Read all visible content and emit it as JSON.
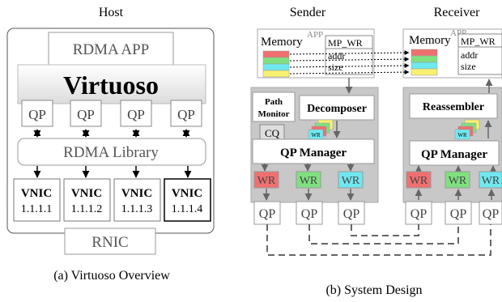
{
  "left": {
    "title": "Host",
    "app": "RDMA APP",
    "virtuoso": "Virtuoso",
    "qp": [
      "QP",
      "QP",
      "QP",
      "QP"
    ],
    "library": "RDMA Library",
    "vnics": [
      {
        "name": "VNIC",
        "ip": "1.1.1.1"
      },
      {
        "name": "VNIC",
        "ip": "1.1.1.2"
      },
      {
        "name": "VNIC",
        "ip": "1.1.1.3"
      },
      {
        "name": "VNIC",
        "ip": "1.1.1.4"
      }
    ],
    "rnic": "RNIC",
    "caption": "(a)  Virtuoso Overview"
  },
  "right": {
    "sender_title": "Sender",
    "receiver_title": "Receiver",
    "sender": {
      "memory": "Memory",
      "app": "APP",
      "mp_wr": "MP_WR",
      "addr": "addr",
      "size": "size",
      "path_monitor_1": "Path",
      "path_monitor_2": "Monitor",
      "cq": "CQ",
      "decomposer": "Decomposer",
      "wr_small": "WR",
      "qp_manager": "QP Manager",
      "wrs": [
        "WR",
        "WR",
        "WR"
      ],
      "qps": [
        "QP",
        "QP",
        "QP"
      ]
    },
    "receiver": {
      "memory": "Memory",
      "app": "APP",
      "mp_wr": "MP_WR",
      "addr": "addr",
      "size": "size",
      "reassembler": "Reassembler",
      "wr_small": "WR",
      "qp_manager": "QP Manager",
      "wrs": [
        "WR",
        "WR",
        "WR"
      ],
      "qps": [
        "QP",
        "QP",
        "QP"
      ]
    },
    "caption": "(b)  System Design"
  },
  "colors": {
    "wr_red": "#f07070",
    "wr_green": "#80e080",
    "wr_cyan": "#70e8f0",
    "mem_yellow": "#f8f070",
    "panel_gray": "#c8c8c8"
  }
}
